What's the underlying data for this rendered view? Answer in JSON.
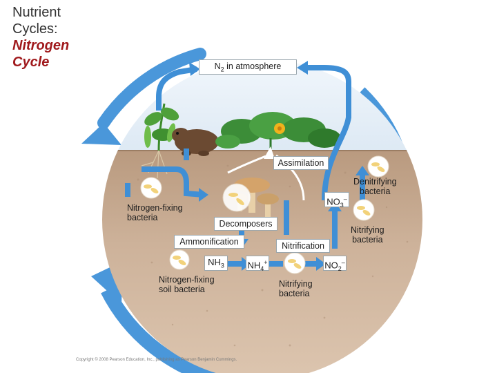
{
  "title": {
    "line1": "Nutrient",
    "line2": "Cycles:",
    "line3": "Nitrogen",
    "line4": "Cycle"
  },
  "labels": {
    "n2_atmosphere_n": "N",
    "n2_atmosphere_sub": "2",
    "n2_atmosphere_rest": " in atmosphere",
    "assimilation": "Assimilation",
    "denitrifying_1": "Denitrifying",
    "denitrifying_2": "bacteria",
    "no3_main": "NO",
    "no3_sub": "3",
    "no3_sup": "–",
    "nitrogen_fixing_1": "Nitrogen-fixing",
    "nitrogen_fixing_2": "bacteria",
    "decomposers": "Decomposers",
    "nitrifying_right_1": "Nitrifying",
    "nitrifying_right_2": "bacteria",
    "ammonification": "Ammonification",
    "nitrification": "Nitrification",
    "nh3_main": "NH",
    "nh3_sub": "3",
    "nh4_main": "NH",
    "nh4_sub": "4",
    "nh4_sup": "+",
    "no2_main": "NO",
    "no2_sub": "2",
    "no2_sup": "–",
    "soil_bacteria_1": "Nitrogen-fixing",
    "soil_bacteria_2": "soil bacteria",
    "nitrifying_bottom_1": "Nitrifying",
    "nitrifying_bottom_2": "bacteria"
  },
  "copyright": "Copyright © 2008 Pearson Education, Inc., publishing as Pearson Benjamin Cummings.",
  "colors": {
    "title_accent": "#a0191c",
    "cycle_arrow": "#3f8fd6",
    "soil": "#c9ac92",
    "sky": "#eaf3fb"
  }
}
